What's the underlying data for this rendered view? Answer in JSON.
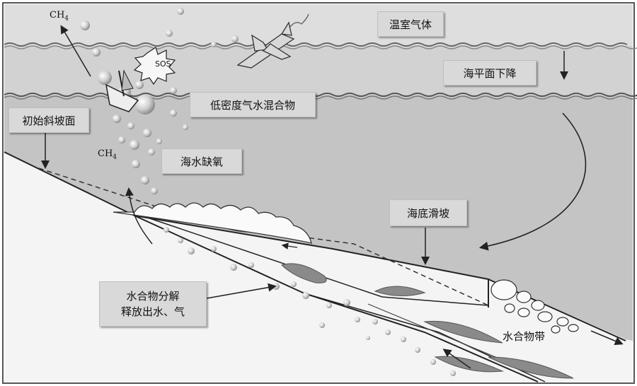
{
  "labels": {
    "greenhouse_gas": "温室气体",
    "sea_level_drop": "海平面下降",
    "low_density_mixture": "低密度气水混合物",
    "initial_slope": "初始斜坡面",
    "seawater_hypoxia": "海水缺氧",
    "seafloor_landslide": "海底滑坡",
    "hydrate_decomposition_line1": "水合物分解",
    "hydrate_decomposition_line2": "释放出水、气",
    "hydrate_zone": "水合物带",
    "sos": "SOS",
    "ch4_top": "CH",
    "ch4_mid": "CH",
    "ch4_sub": "4"
  },
  "colors": {
    "ocean": "#c7c7c7",
    "air": "#dcdcdc",
    "seabed": "#f2f2f2",
    "hydrate": "#8a8a8a",
    "line": "#222222"
  }
}
